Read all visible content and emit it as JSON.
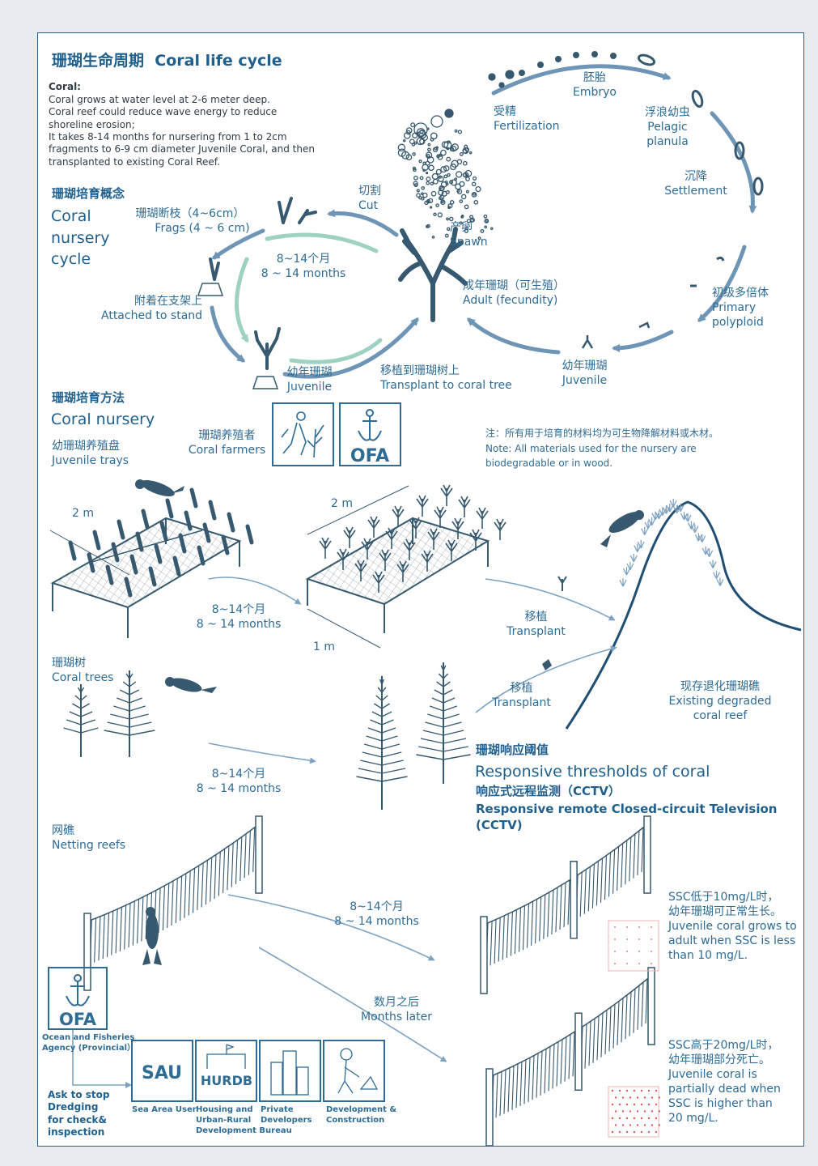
{
  "colors": {
    "primary": "#2e6b95",
    "accent_arrow": "#6f95b6",
    "nursery_ring": "#9dd1c2",
    "threshold_red": "#e55a5a",
    "coral": "#37596f"
  },
  "title": {
    "zh": "珊瑚生命周期",
    "en": "Coral life cycle"
  },
  "intro": {
    "label": "Coral:",
    "lines": [
      "Coral grows at water level at 2-6 meter deep.",
      "Coral reef could reduce wave energy to reduce",
      "shoreline erosion;",
      "It takes 8-14 months for nursering from 1 to 2cm",
      "fragments to 6-9 cm diameter Juvenile Coral, and then",
      "transplanted to existing Coral Reef."
    ]
  },
  "lifecycle": {
    "fertilization": {
      "zh": "受精",
      "en": "Fertilization"
    },
    "embryo": {
      "zh": "胚胎",
      "en": "Embryo"
    },
    "pelagic": {
      "zh": "浮浪幼虫",
      "en1": "Pelagic",
      "en2": "planula"
    },
    "settlement": {
      "zh": "沉降",
      "en": "Settlement"
    },
    "primary": {
      "zh": "初级多倍体",
      "en1": "Primary",
      "en2": "polyploid"
    },
    "juvenile": {
      "zh": "幼年珊瑚",
      "en": "Juvenile"
    },
    "adult": {
      "zh": "成年珊瑚（可生殖）",
      "en": "Adult (fecundity)"
    },
    "spawn": {
      "zh": "产卵",
      "en": "Spawn"
    }
  },
  "nursery_cycle": {
    "heading_zh": "珊瑚培育概念",
    "heading_en": [
      "Coral",
      "nursery",
      "cycle"
    ],
    "cut": {
      "zh": "切割",
      "en": "Cut"
    },
    "frags": {
      "zh": "珊瑚断枝（4~6cm）",
      "en": "Frags (4 ~ 6 cm)"
    },
    "months": {
      "zh": "8~14个月",
      "en": "8 ~ 14 months"
    },
    "attached": {
      "zh": "附着在支架上",
      "en": "Attached to stand"
    },
    "juvenile": {
      "zh": "幼年珊瑚",
      "en": "Juvenile"
    },
    "transplant": {
      "zh": "移植到珊瑚树上",
      "en": "Transplant to coral tree"
    }
  },
  "method": {
    "heading_zh": "珊瑚培育方法",
    "heading_en": "Coral nursery",
    "farmers": {
      "zh": "珊瑚养殖者",
      "en": "Coral farmers"
    },
    "ofa": "OFA",
    "note_zh": "注：所有用于培育的材料均为可生物降解材料或木材。",
    "note_en1": "Note: All materials used for the nursery are",
    "note_en2": "biodegradable or in wood."
  },
  "trays": {
    "zh": "幼珊瑚养殖盘",
    "en": "Juvenile trays",
    "dim1": "2 m",
    "dim2": "2 m",
    "dim3": "1 m",
    "months_zh": "8~14个月",
    "months_en": "8 ~ 14 months",
    "transplant_zh": "移植",
    "transplant_en": "Transplant"
  },
  "trees": {
    "zh": "珊瑚树",
    "en": "Coral trees",
    "months_zh": "8~14个月",
    "months_en": "8 ~ 14 months",
    "transplant_zh": "移植",
    "transplant_en": "Transplant"
  },
  "reef": {
    "zh": "现存退化珊瑚礁",
    "en1": "Existing degraded",
    "en2": "coral reef"
  },
  "thresholds": {
    "zh": "珊瑚响应阈值",
    "en": "Responsive thresholds of coral",
    "cctv_zh": "响应式远程监测（CCTV）",
    "cctv_en1": "Responsive remote Closed-circuit Television",
    "cctv_en2": "(CCTV)"
  },
  "netting": {
    "zh": "网礁",
    "en": "Netting reefs",
    "months_zh": "8~14个月",
    "months_en": "8 ~ 14 months",
    "later_zh": "数月之后",
    "later_en": "Months later"
  },
  "ssc_low": {
    "zh1": "SSC低于10mg/L时，",
    "zh2": "幼年珊瑚可正常生长。",
    "en": [
      "Juvenile coral grows to",
      "adult when SSC is less",
      "than 10 mg/L."
    ]
  },
  "ssc_high": {
    "zh1": "SSC高于20mg/L时，",
    "zh2": "幼年珊瑚部分死亡。",
    "en": [
      "Juvenile coral is",
      "partially dead when",
      "SSC is higher than",
      "20 mg/L."
    ]
  },
  "agency": {
    "logo": "OFA",
    "name1": "Ocean and Fisheries",
    "name2": "Agency (Provincial）",
    "ask": [
      "Ask to stop",
      "Dredging",
      "for check&",
      "inspection"
    ]
  },
  "stakeholders": [
    {
      "logo": "SAU",
      "label": [
        "Sea Area User"
      ]
    },
    {
      "logo": "HURDB",
      "label": [
        "Housing and",
        "Urban-Rural",
        "Development Bureau"
      ]
    },
    {
      "logo": "",
      "label": [
        "Private",
        "Developers"
      ]
    },
    {
      "logo": "",
      "label": [
        "Development &",
        "Construction"
      ]
    }
  ]
}
